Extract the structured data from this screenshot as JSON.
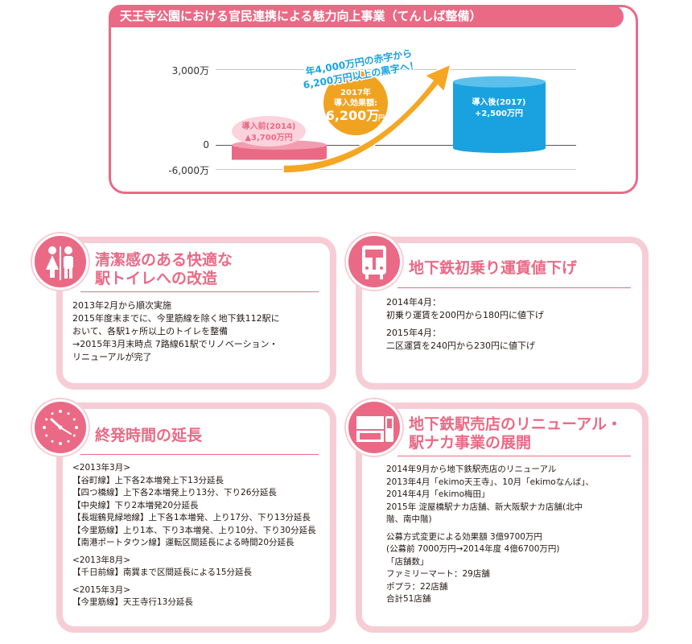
{
  "header": {
    "title": "天王寺公園における官民連携による魅力向上事業（てんしば整備）"
  },
  "chart_data": {
    "type": "bar",
    "categories": [
      "導入前(2014)",
      "導入後(2017)"
    ],
    "values": [
      -3700,
      2500
    ],
    "value_unit": "万円",
    "ylim": [
      -6000,
      3000
    ],
    "ytick_labels": [
      "3,000万",
      "0",
      "-6,000万"
    ],
    "grid": true,
    "bar_labels": [
      {
        "name": "導入前(2014)",
        "value": "▲3,700万円"
      },
      {
        "name": "導入後(2017)",
        "value": "+2,500万円"
      }
    ],
    "annotations": {
      "effect_line1": "2017年",
      "effect_line2": "導入効果額:",
      "effect_value": "6,200万",
      "effect_unit": "円",
      "arrow_line1": "年4,000万円の赤字から",
      "arrow_line2": "6,200万円以上の黒字へ！"
    },
    "colors": {
      "before": "#ea6a86",
      "after": "#1aa2e0",
      "effect_badge": "#f0a321",
      "arrow": "#f5a623"
    }
  },
  "cards": [
    {
      "title_lines": [
        "清潔感のある快適な",
        "駅トイレへの改造"
      ],
      "icon": "restroom-icon",
      "lines": [
        "2013年2月から順次実施",
        "2015年度末までに、今里筋線を除く地下鉄112駅に",
        "おいて、各駅1ヶ所以上のトイレを整備",
        "→2015年3月末時点 7路線61駅でリノベーション・",
        "リニューアルが完了"
      ]
    },
    {
      "title_lines": [
        "地下鉄初乗り運賃値下げ"
      ],
      "icon": "train-icon",
      "lines": [
        "2014年4月：",
        "初乗り運賃を200円から180円に値下げ",
        "",
        "2015年4月：",
        "二区運賃を240円から230円に値下げ"
      ]
    },
    {
      "title_lines": [
        "終発時間の延長"
      ],
      "icon": "clock-icon",
      "lines": [
        "<2013年3月>",
        "【谷町線】上下各2本増発上下13分延長",
        "【四つ橋線】上下各2本増発上り13分、下り26分延長",
        "【中央線】下り2本増発20分延長",
        "【長堀鶴見緑地線】上下各1本増発、上り17分、下り13分延長",
        "【今里筋線】上り1本、下り3本増発、上り10分、下り30分延長",
        "【南港ポートタウン線】運転区間延長による時間20分延長",
        "",
        "<2013年8月>",
        "【千日前線】南巽まで区間延長による15分延長",
        "",
        "<2015年3月>",
        "【今里筋線】天王寺行13分延長"
      ]
    },
    {
      "title_lines": [
        "地下鉄駅売店のリニューアル・",
        "駅ナカ事業の展開"
      ],
      "icon": "shop-icon",
      "lines": [
        "2014年9月から地下鉄駅売店のリニューアル",
        "2013年4月「ekimo天王寺」、10月「ekimoなんば」、",
        "2014年4月「ekimo梅田」",
        "2015年  淀屋橋駅ナカ店舗、新大阪駅ナカ店舗(北中",
        "階、南中階)",
        "",
        "公募方式変更による効果額   3億9700万円",
        "(公募前   7000万円→2014年度   4億6700万円)",
        "「店舗数」",
        "ファミリーマート：29店舗",
        "ポプラ：22店舗",
        "合計51店舗"
      ]
    }
  ]
}
